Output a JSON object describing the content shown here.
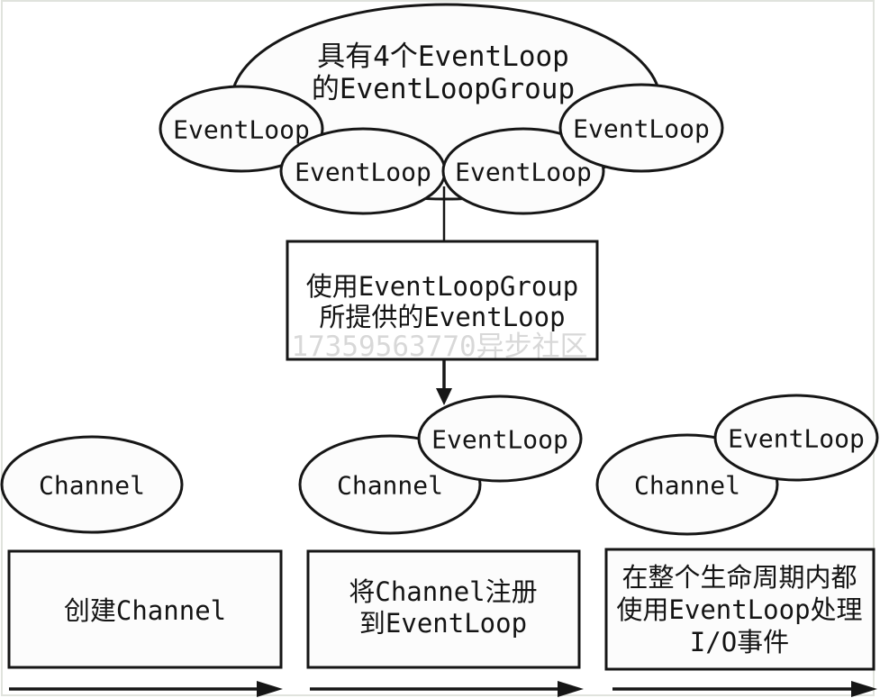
{
  "diagram": {
    "title_ellipse": {
      "line1": "具有4个EventLoop",
      "line2": "的EventLoopGroup"
    },
    "top_event_loops": [
      {
        "label": "EventLoop"
      },
      {
        "label": "EventLoop"
      },
      {
        "label": "EventLoop"
      },
      {
        "label": "EventLoop"
      }
    ],
    "provider_box": {
      "line1": "使用EventLoopGroup",
      "line2": "所提供的EventLoop"
    },
    "watermark": "17359563770异步社区",
    "stages": [
      {
        "channel_label": "Channel",
        "box": {
          "line1": "创建Channel"
        }
      },
      {
        "channel_label": "Channel",
        "event_loop_label": "EventLoop",
        "box": {
          "line1": "将Channel注册",
          "line2": "到EventLoop"
        }
      },
      {
        "channel_label": "Channel",
        "event_loop_label": "EventLoop",
        "box": {
          "line1": "在整个生命周期内都",
          "line2": "使用EventLoop处理",
          "line3": "I/O事件"
        }
      }
    ],
    "colors": {
      "stroke": "#161616",
      "shape_fill": "#fcfcfc",
      "watermark_text": "#d8d8d8",
      "frame_border": "#e0e3dd"
    }
  }
}
